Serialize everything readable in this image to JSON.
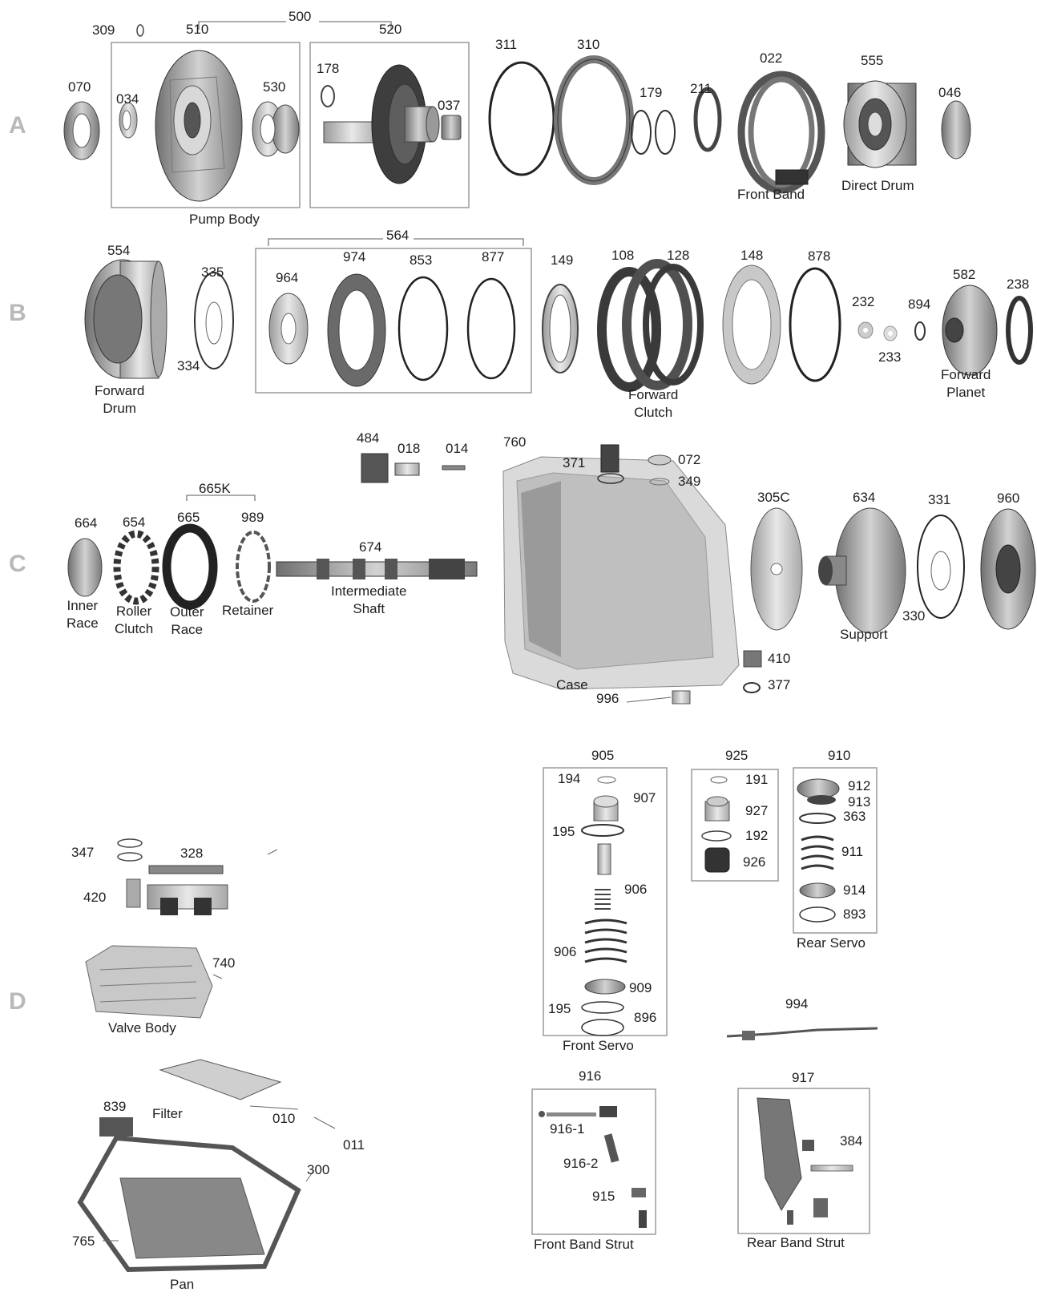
{
  "rows": [
    "A",
    "B",
    "C",
    "D"
  ],
  "labels": {
    "p309": "309",
    "p500": "500",
    "p510": "510",
    "p520": "520",
    "p070": "070",
    "p034": "034",
    "p530": "530",
    "p178": "178",
    "p037": "037",
    "p311": "311",
    "p310": "310",
    "p179": "179",
    "p211": "211",
    "p022": "022",
    "p555": "555",
    "p046": "046",
    "p554": "554",
    "p335": "335",
    "p334": "334",
    "p564": "564",
    "p964": "964",
    "p974": "974",
    "p853": "853",
    "p877": "877",
    "p149": "149",
    "p108": "108",
    "p128": "128",
    "p148": "148",
    "p878": "878",
    "p232": "232",
    "p233": "233",
    "p894": "894",
    "p582": "582",
    "p238": "238",
    "p484": "484",
    "p018": "018",
    "p014": "014",
    "p760": "760",
    "p371": "371",
    "p072": "072",
    "p349": "349",
    "p665k": "665K",
    "p664": "664",
    "p654": "654",
    "p665": "665",
    "p989": "989",
    "p674": "674",
    "p305c": "305C",
    "p634": "634",
    "p331": "331",
    "p960": "960",
    "p330": "330",
    "p410": "410",
    "p377": "377",
    "p996": "996",
    "p905": "905",
    "p194": "194",
    "p907": "907",
    "p195a": "195",
    "p906a": "906",
    "p906b": "906",
    "p909": "909",
    "p195b": "195",
    "p896": "896",
    "p925": "925",
    "p191": "191",
    "p927": "927",
    "p192": "192",
    "p926": "926",
    "p910": "910",
    "p912": "912",
    "p913": "913",
    "p363": "363",
    "p911": "911",
    "p914": "914",
    "p893": "893",
    "p347": "347",
    "p328": "328",
    "p420": "420",
    "p740": "740",
    "p839": "839",
    "p010": "010",
    "p011": "011",
    "p300": "300",
    "p765": "765",
    "p994": "994",
    "p916": "916",
    "p9161": "916-1",
    "p9162": "916-2",
    "p915": "915",
    "p917": "917",
    "p384": "384"
  },
  "captions": {
    "pump_body": "Pump Body",
    "front_band": "Front Band",
    "direct_drum": "Direct Drum",
    "forward_drum": "Forward\nDrum",
    "forward_clutch": "Forward\nClutch",
    "forward_planet": "Forward\nPlanet",
    "inner_race": "Inner\nRace",
    "roller_clutch": "Roller\nClutch",
    "outer_race": "Outer\nRace",
    "retainer": "Retainer",
    "intermediate_shaft": "Intermediate\nShaft",
    "case": "Case",
    "support": "Support",
    "front_servo": "Front Servo",
    "rear_servo": "Rear Servo",
    "valve_body": "Valve Body",
    "filter": "Filter",
    "pan": "Pan",
    "front_band_strut": "Front Band Strut",
    "rear_band_strut": "Rear Band Strut"
  },
  "colors": {
    "ink": "#222222",
    "part_dark": "#5a5a5a",
    "part_mid": "#8c8c8c",
    "part_light": "#c4c4c4",
    "row_letter": "#b9b9b9",
    "box": "#9a9a9a"
  }
}
